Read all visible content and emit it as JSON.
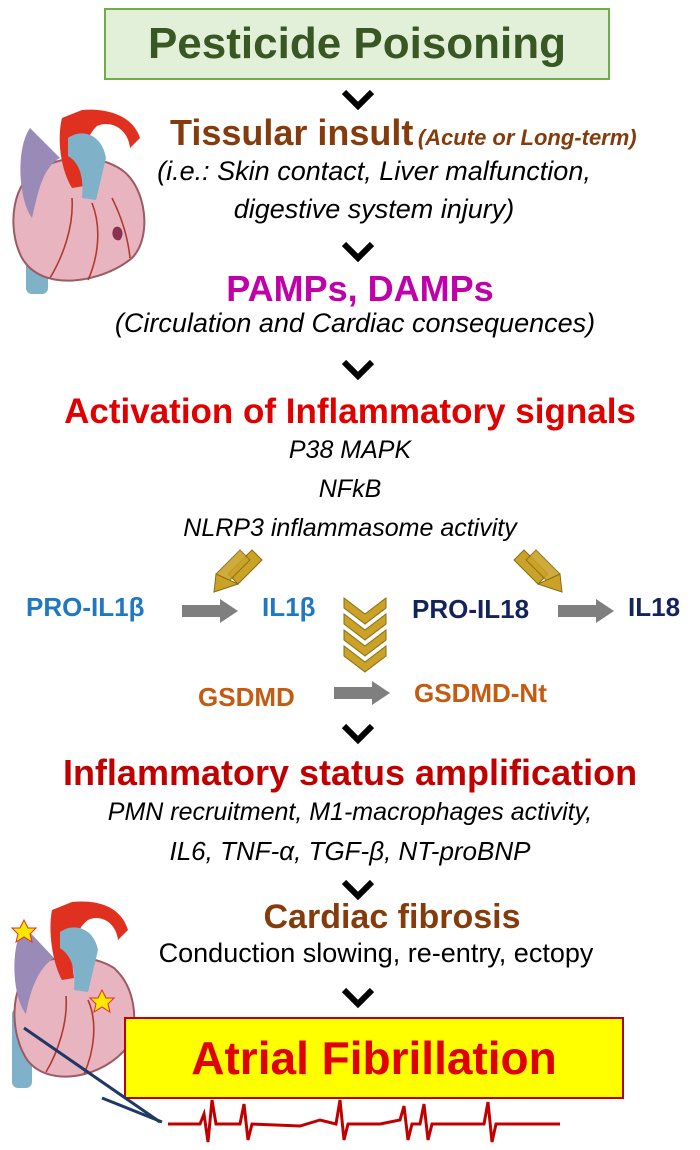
{
  "title": "Pesticide Poisoning",
  "tissular": {
    "heading": "Tissular insult",
    "qualifier": "(Acute or Long-term)",
    "line1": "(i.e.: Skin contact, Liver malfunction,",
    "line2": "digestive system injury)"
  },
  "pamps": {
    "heading": "PAMPs, DAMPs",
    "subtitle": "(Circulation and Cardiac consequences)"
  },
  "activation": {
    "heading": "Activation of Inflammatory signals",
    "items": [
      "P38 MAPK",
      "NFkB",
      "NLRP3 inflammasome activity"
    ]
  },
  "cytokines": {
    "pro_il1b": "PRO-IL1β",
    "il1b": "IL1β",
    "pro_il18": "PRO-IL18",
    "il18": "IL18",
    "gsdmd": "GSDMD",
    "gsdmd_nt": "GSDMD-Nt"
  },
  "amplification": {
    "heading": "Inflammatory status amplification",
    "line1": "PMN recruitment, M1-macrophages activity,",
    "line2": "IL6, TNF-α, TGF-β, NT-proBNP"
  },
  "fibrosis": {
    "heading": "Cardiac fibrosis",
    "subtitle": "Conduction slowing, re-entry, ectopy"
  },
  "outcome": "Atrial Fibrillation",
  "colors": {
    "title_bg": "#e2f0d9",
    "title_text": "#385723",
    "brown": "#843c0c",
    "magenta": "#c000a8",
    "red": "#e00000",
    "blue": "#1f78c1",
    "navy": "#13235b",
    "orange": "#c55a11",
    "chevron_gold": "#c9a227",
    "af_box": "#ffff00"
  },
  "icons": [
    "heart-illustration",
    "chevron-down-icon",
    "gold-chevron-arrow-icon",
    "gray-arrow-icon",
    "ecg-trace"
  ]
}
